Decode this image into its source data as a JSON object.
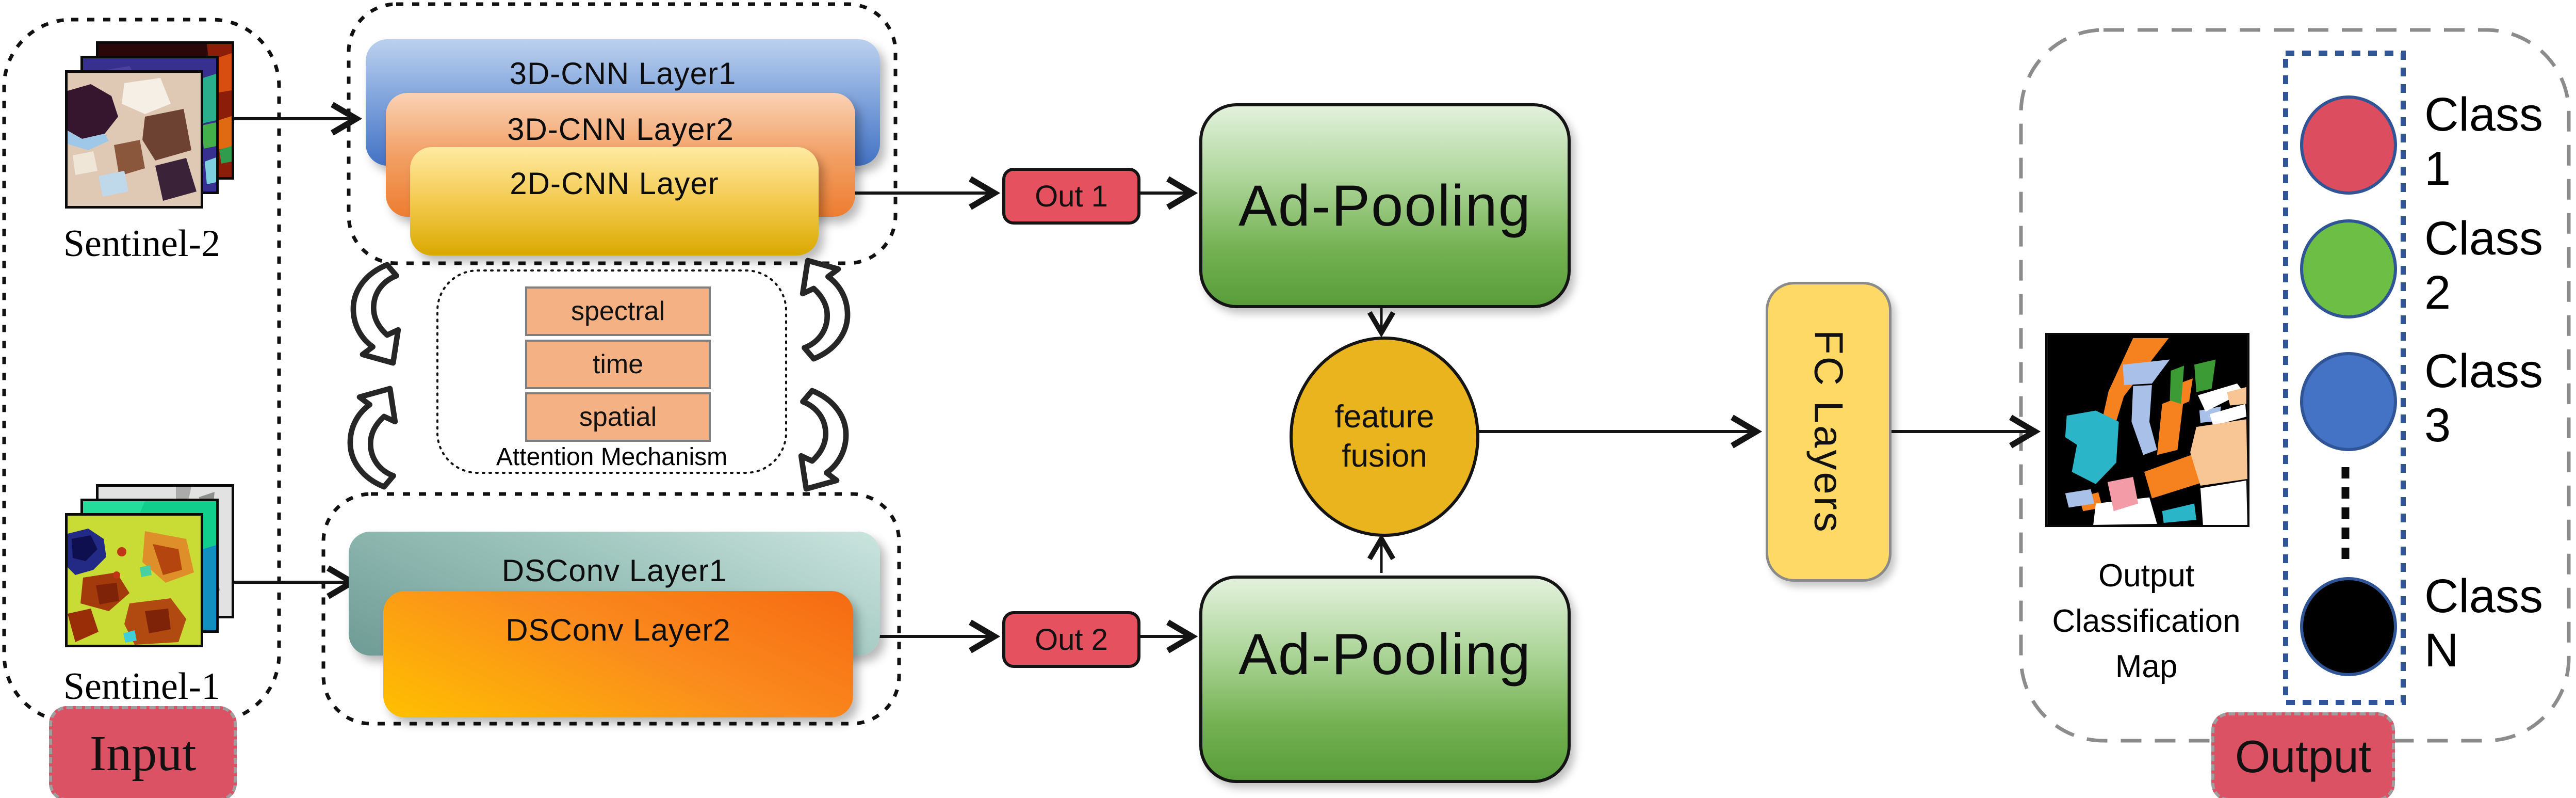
{
  "diagram": {
    "input": {
      "badge_label": "Input",
      "sentinel2_label": "Sentinel-2",
      "sentinel1_label": "Sentinel-1"
    },
    "s2_branch": {
      "layer1": "3D-CNN Layer1",
      "layer2": "3D-CNN Layer2",
      "layer3": "2D-CNN Layer"
    },
    "s1_branch": {
      "layer1": "DSConv Layer1",
      "layer2": "DSConv Layer2"
    },
    "attention": {
      "item1": "spectral",
      "item2": "time",
      "item3": "spatial",
      "caption": "Attention Mechanism"
    },
    "flow": {
      "out1": "Out 1",
      "out2": "Out 2",
      "pooling1": "Ad-Pooling",
      "pooling2": "Ad-Pooling",
      "fusion_line1": "feature",
      "fusion_line2": "fusion",
      "fc_label": "FC Layers"
    },
    "output": {
      "badge_label": "Output",
      "caption_line1": "Output",
      "caption_line2": "Classification",
      "caption_line3": "Map",
      "class1": {
        "label": "Class 1",
        "color": "#dc4d60"
      },
      "class2": {
        "label": "Class 2",
        "color": "#6cbe45"
      },
      "class3": {
        "label": "Class 3",
        "color": "#4472c4"
      },
      "classN": {
        "label": "Class N",
        "color": "#000000"
      }
    },
    "colors": {
      "cnn_layer1": "#4472c4",
      "cnn_layer2": "#ed7d31",
      "cnn_layer3": "#d9a900",
      "dsconv1": "#9cc4bc",
      "dsconv2": "#f66a12",
      "pooling": "#74b152",
      "fusion": "#eab41f",
      "fc": "#ffd966",
      "badge_red": "#dc5265",
      "attention_item": "#f4b183",
      "class_border_blue": "#2f5597"
    }
  }
}
